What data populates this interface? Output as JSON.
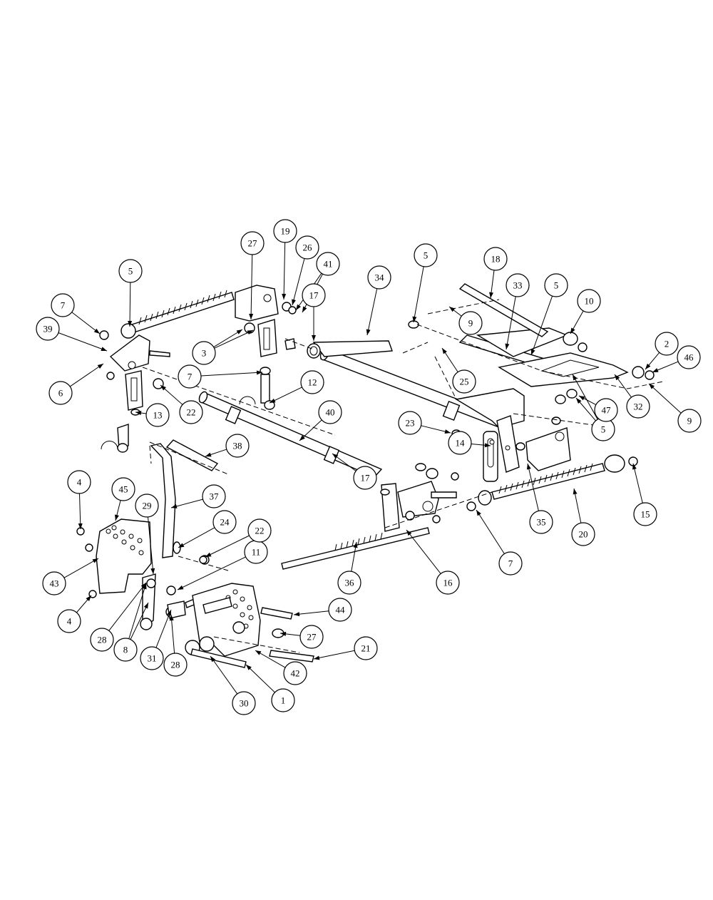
{
  "callouts": [
    {
      "label": "1"
    },
    {
      "label": "2"
    },
    {
      "label": "3"
    },
    {
      "label": "4"
    },
    {
      "label": "4"
    },
    {
      "label": "5"
    },
    {
      "label": "5"
    },
    {
      "label": "5"
    },
    {
      "label": "5"
    },
    {
      "label": "6"
    },
    {
      "label": "7"
    },
    {
      "label": "7"
    },
    {
      "label": "7"
    },
    {
      "label": "8"
    },
    {
      "label": "9"
    },
    {
      "label": "9"
    },
    {
      "label": "10"
    },
    {
      "label": "11"
    },
    {
      "label": "12"
    },
    {
      "label": "13"
    },
    {
      "label": "14"
    },
    {
      "label": "15"
    },
    {
      "label": "16"
    },
    {
      "label": "17"
    },
    {
      "label": "17"
    },
    {
      "label": "18"
    },
    {
      "label": "19"
    },
    {
      "label": "20"
    },
    {
      "label": "21"
    },
    {
      "label": "22"
    },
    {
      "label": "22"
    },
    {
      "label": "23"
    },
    {
      "label": "24"
    },
    {
      "label": "25"
    },
    {
      "label": "26"
    },
    {
      "label": "27"
    },
    {
      "label": "27"
    },
    {
      "label": "28"
    },
    {
      "label": "28"
    },
    {
      "label": "29"
    },
    {
      "label": "30"
    },
    {
      "label": "31"
    },
    {
      "label": "32"
    },
    {
      "label": "33"
    },
    {
      "label": "34"
    },
    {
      "label": "35"
    },
    {
      "label": "36"
    },
    {
      "label": "37"
    },
    {
      "label": "38"
    },
    {
      "label": "39"
    },
    {
      "label": "40"
    },
    {
      "label": "41"
    },
    {
      "label": "42"
    },
    {
      "label": "43"
    },
    {
      "label": "44"
    },
    {
      "label": "45"
    },
    {
      "label": "46"
    },
    {
      "label": "47"
    }
  ]
}
